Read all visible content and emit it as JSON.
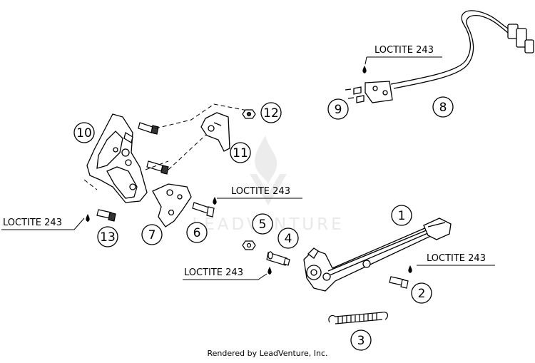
{
  "watermark": {
    "brand": "LEADVENTURE"
  },
  "callouts": [
    "1",
    "2",
    "3",
    "4",
    "5",
    "6",
    "7",
    "8",
    "9",
    "10",
    "11",
    "12",
    "13"
  ],
  "notes": {
    "loctite": "LOCTITE 243"
  },
  "footer": {
    "credit": "Rendered by LeadVenture, Inc."
  }
}
